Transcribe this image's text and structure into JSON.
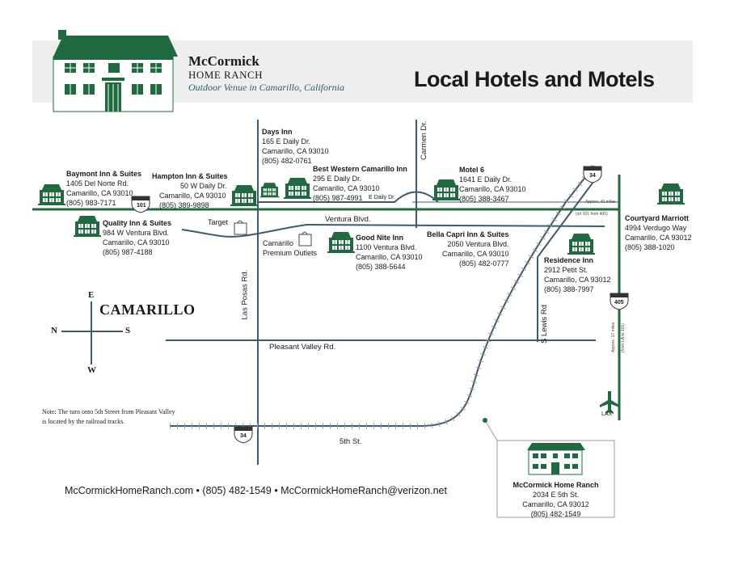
{
  "header": {
    "brand_name": "McCormick",
    "brand_sub": "HOME RANCH",
    "tagline": "Outdoor Venue in Camarillo, California",
    "title": "Local Hotels and Motels"
  },
  "city_label": "CAMARILLO",
  "compass": {
    "north": "E",
    "south": "W",
    "west": "N",
    "east": "S"
  },
  "roads": {
    "ventura_blvd": "Ventura Blvd.",
    "pleasant_valley": "Pleasant Valley Rd.",
    "fifth_st": "5th St.",
    "las_posas": "Las Posas Rd.",
    "carmen": "Carmen Dr.",
    "s_lewis": "S Lewis Rd",
    "e_daily": "E Daily Dr.",
    "hwy101": "101",
    "hwy34": "34",
    "hwy405": "405"
  },
  "distance_notes": {
    "approx40": "Approx. 40 miles",
    "on101": "(on 101 from 405)",
    "approx17": "Approx. 17 miles",
    "fromLA": "(from LA to 101)"
  },
  "hotels": {
    "baymont": {
      "name": "Baymont Inn & Suites",
      "addr1": "1405 Del Norte Rd.",
      "addr2": "Camarillo, CA 93010",
      "phone": "(805) 983-7171"
    },
    "hampton": {
      "name": "Hampton Inn & Suites",
      "addr1": "50 W Daily Dr.",
      "addr2": "Camarillo, CA 93010",
      "phone": "(805) 389-9898"
    },
    "days": {
      "name": "Days Inn",
      "addr1": "165 E Daily Dr.",
      "addr2": "Camarillo, CA 93010",
      "phone": "(805) 482-0761"
    },
    "bestwestern": {
      "name": "Best Western Camarillo Inn",
      "addr1": "295 E Daily Dr.",
      "addr2": "Camarillo, CA 93010",
      "phone": "(805) 987-4991"
    },
    "motel6": {
      "name": "Motel 6",
      "addr1": "1641 E Daily Dr.",
      "addr2": "Camarillo, CA 93010",
      "phone": "(805) 388-3467"
    },
    "quality": {
      "name": "Quality Inn & Suites",
      "addr1": "984 W Ventura Blvd.",
      "addr2": "Camarillo, CA 93010",
      "phone": "(805) 987-4188"
    },
    "goodnite": {
      "name": "Good Nite Inn",
      "addr1": "1100 Ventura Blvd.",
      "addr2": "Camarillo, CA 93010",
      "phone": "(805) 388-5644"
    },
    "bellacapri": {
      "name": "Bella Capri Inn & Suites",
      "addr1": "2050 Ventura Blvd.",
      "addr2": "Camarillo, CA 93010",
      "phone": "(805) 482-0777"
    },
    "residence": {
      "name": "Residence Inn",
      "addr1": "2912 Petit St.",
      "addr2": "Camarillo, CA 93012",
      "phone": "(805) 388-7997"
    },
    "courtyard": {
      "name": "Courtyard Marriott",
      "addr1": "4994 Verdugo Way",
      "addr2": "Camarillo, CA 93012",
      "phone": "(805) 388-1020"
    }
  },
  "landmarks": {
    "target": "Target",
    "outlets1": "Camarillo",
    "outlets2": "Premium Outlets",
    "lax": "LAX"
  },
  "venue": {
    "name": "McCormick Home Ranch",
    "addr1": "2034 E 5th St.",
    "addr2": "Camarillo, CA 93012",
    "phone": "(805) 482-1549"
  },
  "note": "Note: The turn onto 5th Street from Pleasant Valley is located by the railroad tracks.",
  "footer": "McCormickHomeRanch.com • (805) 482-1549 • McCormickHomeRanch@verizon.net",
  "colors": {
    "green": "#1f6b3f",
    "road": "#3d5a6e",
    "header_bg": "#eeeeee"
  }
}
